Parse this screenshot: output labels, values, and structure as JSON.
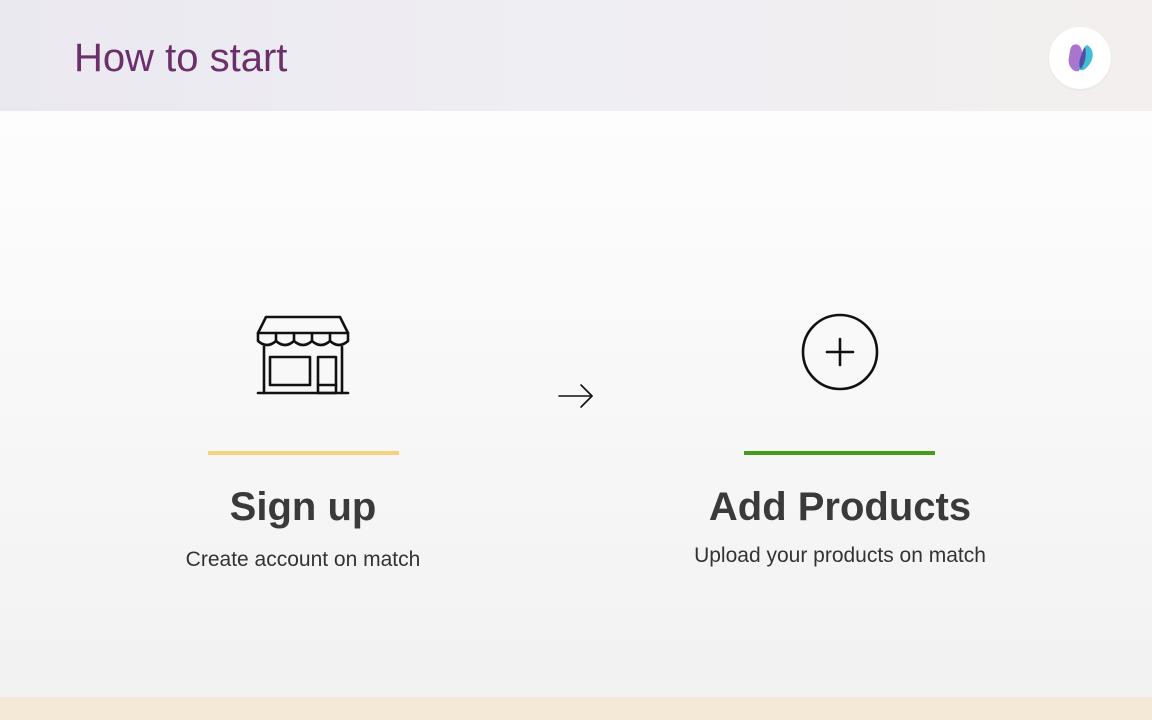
{
  "header": {
    "title": "How to start",
    "logo_icon": "butterfly-logo-icon"
  },
  "steps": [
    {
      "icon": "storefront-icon",
      "accent": "#f5d27d",
      "title": "Sign up",
      "description": "Create account on match"
    },
    {
      "icon": "plus-circle-icon",
      "accent": "#4a9a1a",
      "title": "Add Products",
      "description": "Upload your products on match"
    }
  ],
  "connector_icon": "arrow-right-icon",
  "colors": {
    "title": "#6b2f6b",
    "footer_band": "#f4e8d7"
  }
}
